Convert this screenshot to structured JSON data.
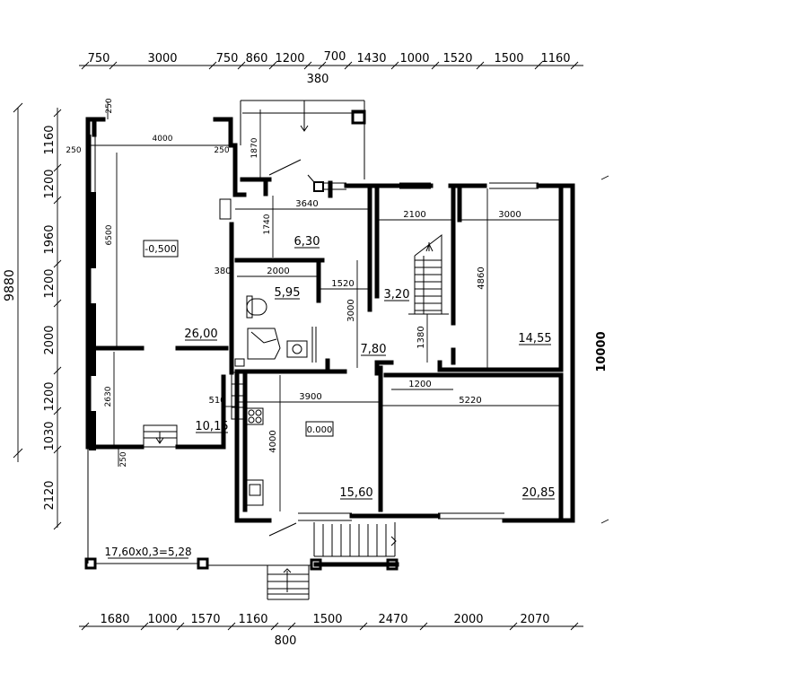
{
  "top_dims": [
    "750",
    "3000",
    "750",
    "860",
    "1200",
    "700",
    "1430",
    "1000",
    "1520",
    "1500",
    "1160"
  ],
  "top_sub": "380",
  "bottom_dims": [
    "1680",
    "1000",
    "1570",
    "1160",
    "1500",
    "2470",
    "2000",
    "2070"
  ],
  "bottom_sub": "800",
  "left_dims": [
    "1160",
    "1200",
    "1960",
    "1200",
    "2000",
    "1200",
    "1030",
    "2120"
  ],
  "left_total": "9880",
  "right_total": "10000",
  "room_areas": {
    "terrace_large": "26,00",
    "terrace_small": "10,15",
    "hall": "6,30",
    "bath": "5,95",
    "stair": "3,20",
    "corridor": "7,80",
    "room_ne": "14,55",
    "kitchen": "15,60",
    "living": "20,85"
  },
  "levels": {
    "terrace": "-0,500",
    "ground": "0.000"
  },
  "inner_dims": {
    "d4000_top": "4000",
    "d250_a": "250",
    "d250_b": "250",
    "d250_c": "250",
    "d250_d": "250",
    "d6500": "6500",
    "d2630": "2630",
    "d1870": "1870",
    "d1740": "1740",
    "d3640": "3640",
    "d2100": "2100",
    "d3000_r": "3000",
    "d4860": "4860",
    "d380": "380",
    "d2000": "2000",
    "d1520": "1520",
    "d3000_v": "3000",
    "d1380": "1380",
    "d1200": "1200",
    "d510": "510",
    "d3900": "3900",
    "d5220": "5220",
    "d4000_v": "4000"
  },
  "footnote": "17,60x0,3=5,28"
}
